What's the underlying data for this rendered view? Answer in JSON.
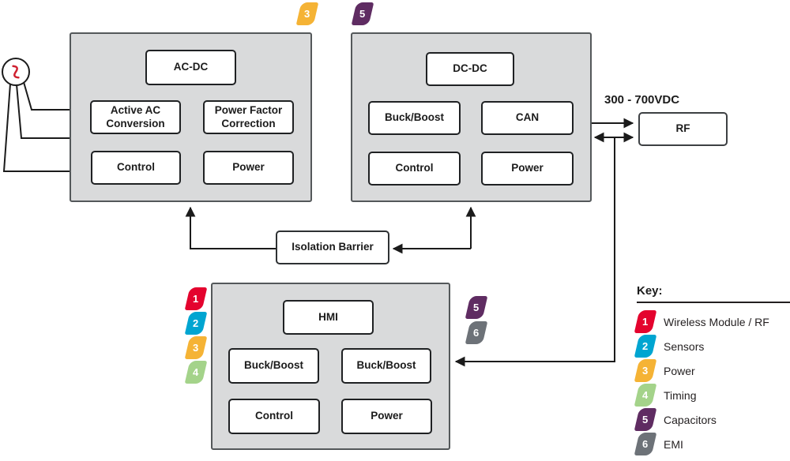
{
  "blocks": {
    "acdc": {
      "header": "AC-DC",
      "cells": [
        "Active AC Conversion",
        "Power Factor Correction",
        "Control",
        "Power"
      ]
    },
    "dcdc": {
      "header": "DC-DC",
      "cells": [
        "Buck/Boost",
        "CAN",
        "Control",
        "Power"
      ]
    },
    "hmi": {
      "header": "HMI",
      "cells": [
        "Buck/Boost",
        "Buck/Boost",
        "Control",
        "Power"
      ]
    },
    "isolation_label": "Isolation Barrier",
    "rf_label": "RF"
  },
  "annotations": {
    "dc_link_voltage": "300 - 700VDC"
  },
  "tags": {
    "acdc_top": {
      "number": "3",
      "color": "#f5b335"
    },
    "dcdc_top": {
      "number": "5",
      "color": "#5f2c62"
    },
    "hmi_left": [
      {
        "number": "1",
        "color": "#e4032e"
      },
      {
        "number": "2",
        "color": "#00a5d1"
      },
      {
        "number": "3",
        "color": "#f5b335"
      },
      {
        "number": "4",
        "color": "#a4d38a"
      }
    ],
    "hmi_right": [
      {
        "number": "5",
        "color": "#5f2c62"
      },
      {
        "number": "6",
        "color": "#6d7278"
      }
    ]
  },
  "key": {
    "title": "Key:",
    "items": [
      {
        "number": "1",
        "color": "#e4032e",
        "label": "Wireless Module / RF"
      },
      {
        "number": "2",
        "color": "#00a5d1",
        "label": "Sensors"
      },
      {
        "number": "3",
        "color": "#f5b335",
        "label": "Power"
      },
      {
        "number": "4",
        "color": "#a4d38a",
        "label": "Timing"
      },
      {
        "number": "5",
        "color": "#5f2c62",
        "label": "Capacitors"
      },
      {
        "number": "6",
        "color": "#6d7278",
        "label": "EMI"
      }
    ]
  },
  "colors": {
    "panel_fill": "#d9dadb",
    "panel_border": "#54585a",
    "line": "#1b1b1b",
    "ac_source_wave": "#cf2030"
  }
}
